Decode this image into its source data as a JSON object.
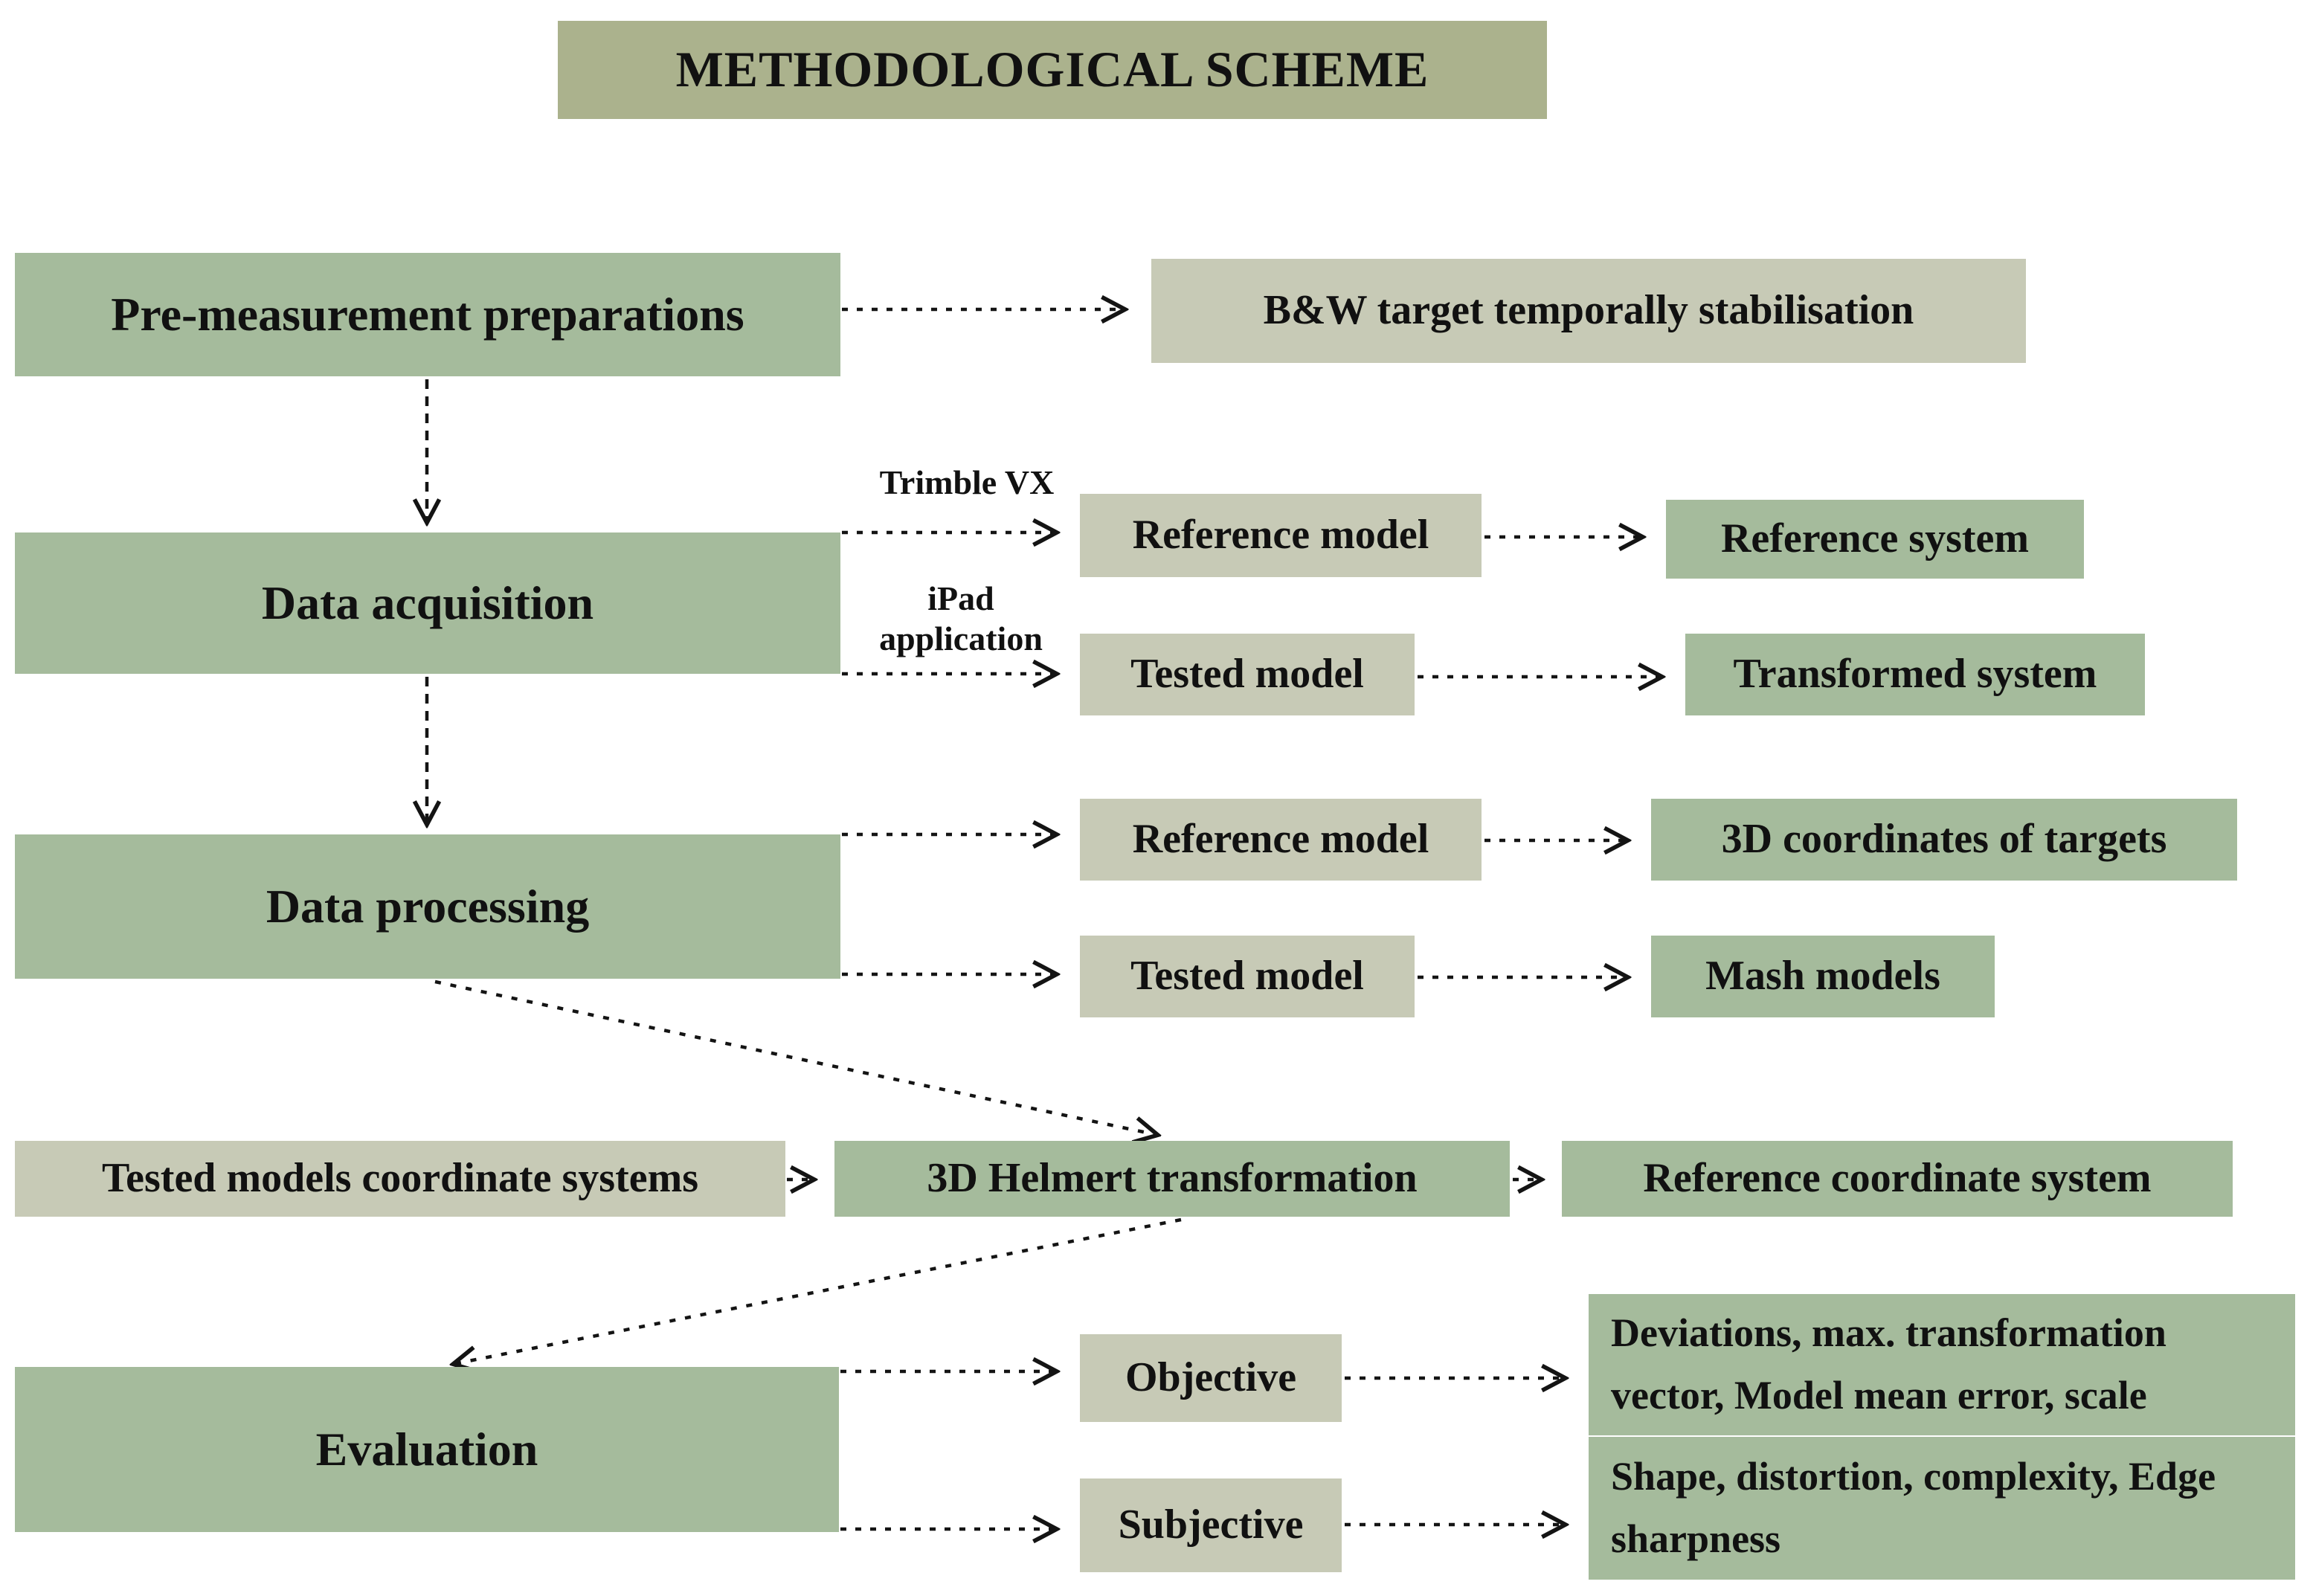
{
  "title": {
    "label": "METHODOLOGICAL SCHEME"
  },
  "colors": {
    "title_box": "#abb28d",
    "green_box": "#a5bb9c",
    "light_box": "#c7cab6",
    "arrow": "#141414",
    "text": "#111111",
    "background": "#ffffff"
  },
  "edge_labels": {
    "trimble": "Trimble VX",
    "ipad": "iPad application"
  },
  "nodes": {
    "pre_measurement": {
      "label": "Pre-measurement preparations"
    },
    "bw_target": {
      "label": "B&W target temporally stabilisation"
    },
    "data_acquisition": {
      "label": "Data acquisition"
    },
    "reference_model_1": {
      "label": "Reference model"
    },
    "reference_system": {
      "label": "Reference system"
    },
    "tested_model_1": {
      "label": "Tested model"
    },
    "transformed_system": {
      "label": "Transformed system"
    },
    "data_processing": {
      "label": "Data processing"
    },
    "reference_model_2": {
      "label": "Reference model"
    },
    "coordinates_of_targets": {
      "label": "3D coordinates of  targets"
    },
    "tested_model_2": {
      "label": "Tested model"
    },
    "mash_models": {
      "label": "Mash models"
    },
    "tested_models_coordinate_systems": {
      "label": "Tested models coordinate systems"
    },
    "helmert_transformation": {
      "label": "3D Helmert transformation"
    },
    "reference_coordinate_system": {
      "label": "Reference coordinate system"
    },
    "evaluation": {
      "label": "Evaluation"
    },
    "objective": {
      "label": "Objective"
    },
    "deviations": {
      "label": "Deviations, max. transformation vector, Model mean error, scale"
    },
    "subjective": {
      "label": "Subjective"
    },
    "shape": {
      "label": "Shape, distortion, complexity, Edge sharpness"
    }
  }
}
